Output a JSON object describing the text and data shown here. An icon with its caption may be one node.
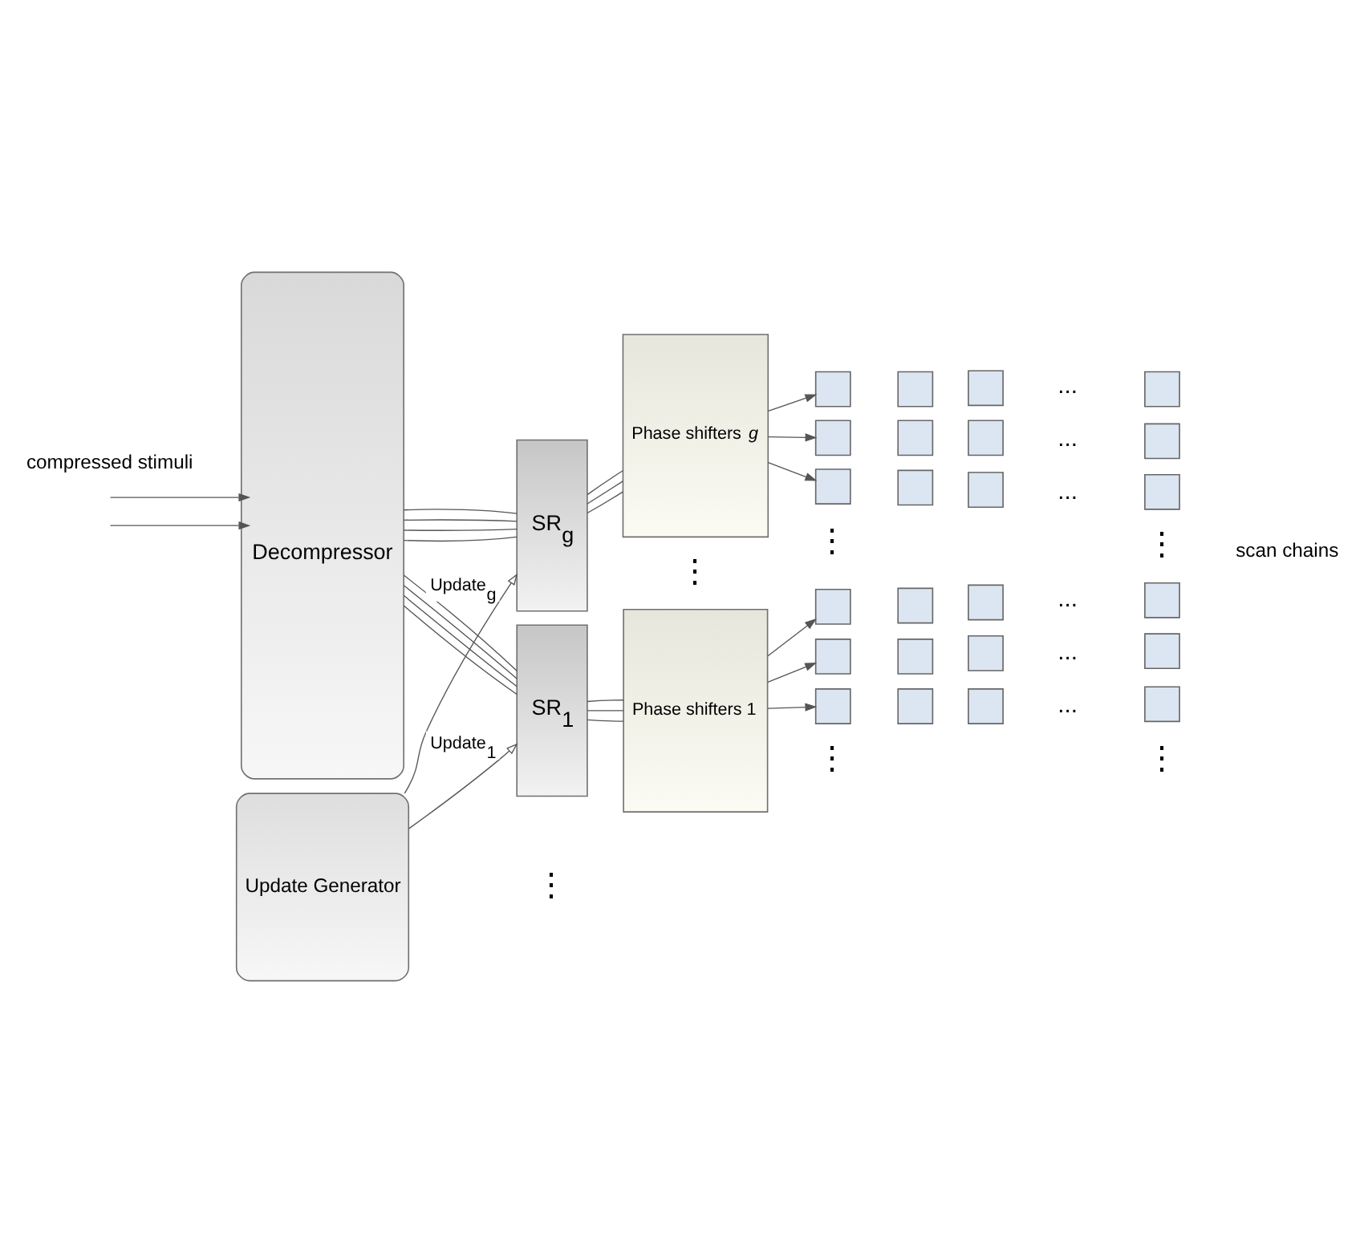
{
  "diagram": {
    "nodes": [
      {
        "text": [
          "Decompressor"
        ]
      },
      {
        "text": [
          "Update Generator"
        ]
      },
      {
        "text": [
          "SR$_{g}$"
        ]
      },
      {
        "text": [
          "SR$_{1}$"
        ]
      },
      {
        "text": [
          "Phase shifters *g*"
        ]
      },
      {
        "text": [
          "Phase shifters 1"
        ]
      },
      {
        "text": [],
        "shape": "box"
      },
      {
        "text": [],
        "shape": "box"
      },
      {
        "text": [],
        "shape": "box"
      },
      {
        "text": [],
        "shape": "box"
      },
      {
        "text": [],
        "shape": "box"
      },
      {
        "text": [],
        "shape": "box"
      },
      {
        "text": [],
        "shape": "box"
      },
      {
        "text": [],
        "shape": "box"
      },
      {
        "text": [],
        "shape": "box"
      },
      {
        "text": [],
        "shape": "box"
      },
      {
        "text": [],
        "shape": "box"
      },
      {
        "text": [],
        "shape": "box"
      },
      {
        "text": [],
        "shape": "box"
      },
      {
        "text": [],
        "shape": "box"
      },
      {
        "text": [],
        "shape": "box"
      },
      {
        "text": [],
        "shape": "box"
      },
      {
        "text": [],
        "shape": "box"
      },
      {
        "text": [],
        "shape": "box"
      },
      {
        "text": [],
        "shape": "box"
      },
      {
        "text": [],
        "shape": "box"
      },
      {
        "text": [],
        "shape": "box"
      },
      {
        "text": [],
        "shape": "box"
      },
      {
        "text": [],
        "shape": "box"
      },
      {
        "text": [],
        "shape": "box"
      }
    ],
    "edges": [
      {
        "from": null,
        "to": 0,
        "arrow": "to"
      },
      {
        "from": null,
        "to": 0,
        "arrow": "to"
      },
      {
        "from": 0,
        "to": 2,
        "arrow": "none"
      },
      {
        "from": 0,
        "to": 2,
        "arrow": "none"
      },
      {
        "from": 0,
        "to": 2,
        "arrow": "none"
      },
      {
        "from": 0,
        "to": 2,
        "arrow": "none"
      },
      {
        "from": 0,
        "to": 3,
        "arrow": "none"
      },
      {
        "from": 0,
        "to": 3,
        "arrow": "none"
      },
      {
        "from": 0,
        "to": 3,
        "arrow": "none"
      },
      {
        "from": 0,
        "to": 3,
        "arrow": "none"
      },
      {
        "from": 1,
        "to": 2,
        "arrow": "to",
        "label": "Update$_{g}$"
      },
      {
        "from": 1,
        "to": 3,
        "arrow": "to",
        "label": "Update$_{1}$"
      },
      {
        "from": 2,
        "to": 4,
        "arrow": "none"
      },
      {
        "from": 2,
        "to": 4,
        "arrow": "none"
      },
      {
        "from": 2,
        "to": 4,
        "arrow": "none"
      },
      {
        "from": 3,
        "to": 5,
        "arrow": "none"
      },
      {
        "from": 3,
        "to": 5,
        "arrow": "none"
      },
      {
        "from": 3,
        "to": 5,
        "arrow": "none"
      },
      {
        "from": 4,
        "to": 6,
        "arrow": "to"
      },
      {
        "from": 4,
        "to": 10,
        "arrow": "to"
      },
      {
        "from": 4,
        "to": 14,
        "arrow": "to"
      },
      {
        "from": 5,
        "to": 18,
        "arrow": "to"
      },
      {
        "from": 5,
        "to": 22,
        "arrow": "to"
      },
      {
        "from": 5,
        "to": 26,
        "arrow": "to"
      }
    ],
    "labels": [
      "compressed stimuli",
      "...",
      "...",
      "⋮",
      "⋮",
      "...",
      "⋮",
      "⋮",
      "...",
      "...",
      "⋮",
      "⋮",
      "...",
      "scan chains"
    ]
  }
}
